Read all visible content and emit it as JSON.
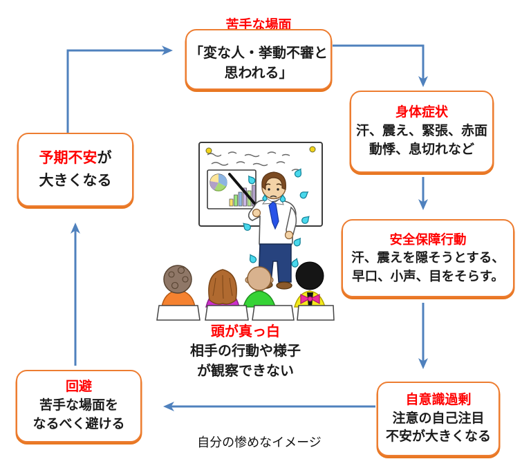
{
  "colors": {
    "box_border_orange": "#ED7D31",
    "arrow_blue": "#4F81BD",
    "heading_red": "#FF0000",
    "body_text": "#1B1B1B"
  },
  "nodes": {
    "trigger": {
      "title": "苦手な場面",
      "line1": "「変な人・挙動不審と",
      "line2": "思われる」"
    },
    "symptoms": {
      "title": "身体症状",
      "line1": "汗、震え、緊張、赤面",
      "line2": "動悸、息切れなど"
    },
    "safety_behavior": {
      "title": "安全保障行動",
      "line1": "汗、震えを隠そうとする、",
      "line2": "早口、小声、目をそらす。"
    },
    "self_consciousness": {
      "title": "自意識過剰",
      "line1": "注意の自己注目",
      "line2": "不安が大きくなる"
    },
    "avoidance": {
      "title": "回避",
      "line1": "苦手な場面を",
      "line2": "なるべく避ける"
    },
    "anticipatory_anxiety": {
      "title": "予期不安",
      "suffix": "が",
      "line2": "大きくなる"
    }
  },
  "captions": {
    "blank_mind": {
      "title": "頭が真っ白",
      "line1": "相手の行動や様子",
      "line2": "が観察できない"
    },
    "self_image": {
      "text": "自分の惨めなイメージ"
    }
  },
  "illustration": {
    "icon": "nervous-presenter-at-whiteboard-with-audience"
  }
}
